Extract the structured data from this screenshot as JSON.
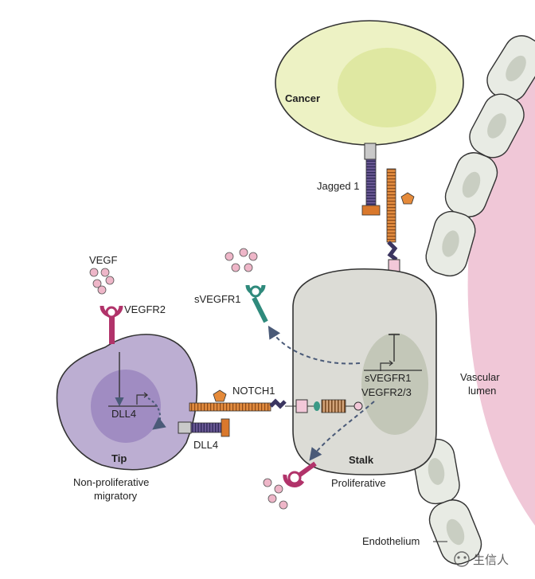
{
  "labels": {
    "cancer": "Cancer",
    "jagged1": "Jagged 1",
    "vegf": "VEGF",
    "vegfr2": "VEGFR2",
    "svegfr1_receptor": "sVEGFR1",
    "notch1": "NOTCH1",
    "dll4_nucleus": "DLL4",
    "dll4_ligand": "DLL4",
    "tip": "Tip",
    "tip_desc_line1": "Non-proliferative",
    "tip_desc_line2": "migratory",
    "stalk": "Stalk",
    "stalk_desc": "Proliferative",
    "stalk_gene_1": "sVEGFR1",
    "stalk_gene_2": "VEGFR2/3",
    "vascular_line1": "Vascular",
    "vascular_line2": "lumen",
    "endothelium": "Endothelium"
  },
  "watermark": {
    "text": "生信人"
  },
  "colors": {
    "cancer_outer": "#edf2c4",
    "cancer_inner": "#dfe8a2",
    "tip_cell": "#bcaed2",
    "tip_nucleus": "#a08cc2",
    "stalk_cell": "#dcdcd6",
    "stalk_nucleus": "#c3c7b8",
    "lumen": "#f0c7d7",
    "endothelium_cell": "#e8ebe4",
    "endothelium_nucleus": "#c9cec2",
    "vegf_dot": "#eeb6c8",
    "vegfr_magenta": "#b1336a",
    "svegfr_teal": "#2f8a7c",
    "notch_orange": "#d9782c",
    "ligand_purple": "#4a3f78",
    "arrow": "#4a5a78"
  }
}
